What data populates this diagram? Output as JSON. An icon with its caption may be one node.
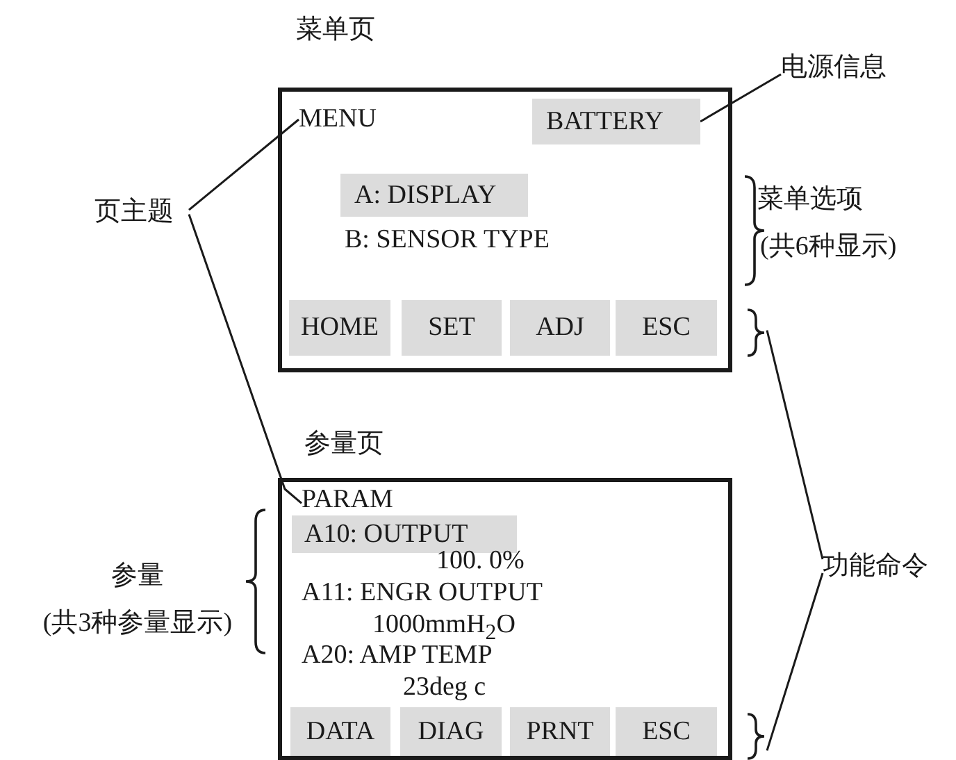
{
  "diagram": {
    "nodes": [
      {
        "text": [
          "菜单页"
        ]
      },
      {
        "text": [
          "MENU"
        ],
        "in": 0
      },
      {
        "text": [
          "BATTERY"
        ],
        "in": 0
      },
      {
        "text": [
          "A: DISPLAY"
        ],
        "in": 0
      },
      {
        "text": [
          "B: SENSOR TYPE"
        ],
        "in": 0
      },
      {
        "text": [
          "HOME"
        ],
        "in": 0
      },
      {
        "text": [
          "SET"
        ],
        "in": 0
      },
      {
        "text": [
          "ADJ"
        ],
        "in": 0
      },
      {
        "text": [
          "ESC"
        ],
        "in": 0
      },
      {
        "text": [
          "参量页"
        ]
      },
      {
        "text": [
          "PARAM"
        ],
        "in": 9
      },
      {
        "text": [
          "A10: OUTPUT"
        ],
        "in": 9
      },
      {
        "text": [
          "100. 0%"
        ],
        "in": 9
      },
      {
        "text": [
          "A11: ENGR OUTPUT"
        ],
        "in": 9
      },
      {
        "text": [
          "1000mmH$_{2}$O"
        ],
        "in": 9
      },
      {
        "text": [
          "A20: AMP TEMP"
        ],
        "in": 9
      },
      {
        "text": [
          "23deg c"
        ],
        "in": 9
      },
      {
        "text": [
          "DATA"
        ],
        "in": 9
      },
      {
        "text": [
          "DIAG"
        ],
        "in": 9
      },
      {
        "text": [
          "PRNT"
        ],
        "in": 9
      },
      {
        "text": [
          "ESC"
        ],
        "in": 9
      },
      {
        "text": [
          "页主题"
        ]
      },
      {
        "text": [
          "电源信息"
        ]
      },
      {
        "text": [
          "菜单选项",
          "(共6种显示)"
        ]
      },
      {
        "text": [
          "功能命令"
        ]
      },
      {
        "text": [
          "参量",
          "(共3种参量显示)"
        ]
      },
      {
        "text": [],
        "shape": "brace"
      },
      {
        "text": [],
        "shape": "brace"
      }
    ],
    "edges": [
      {
        "from": 21,
        "to": 1,
        "arrow": "none"
      },
      {
        "from": 21,
        "to": 10,
        "arrow": "none"
      },
      {
        "from": 22,
        "to": 2,
        "arrow": "none"
      },
      {
        "from": 24,
        "to": 26,
        "arrow": "none"
      },
      {
        "from": 24,
        "to": 27,
        "arrow": "none"
      }
    ]
  }
}
